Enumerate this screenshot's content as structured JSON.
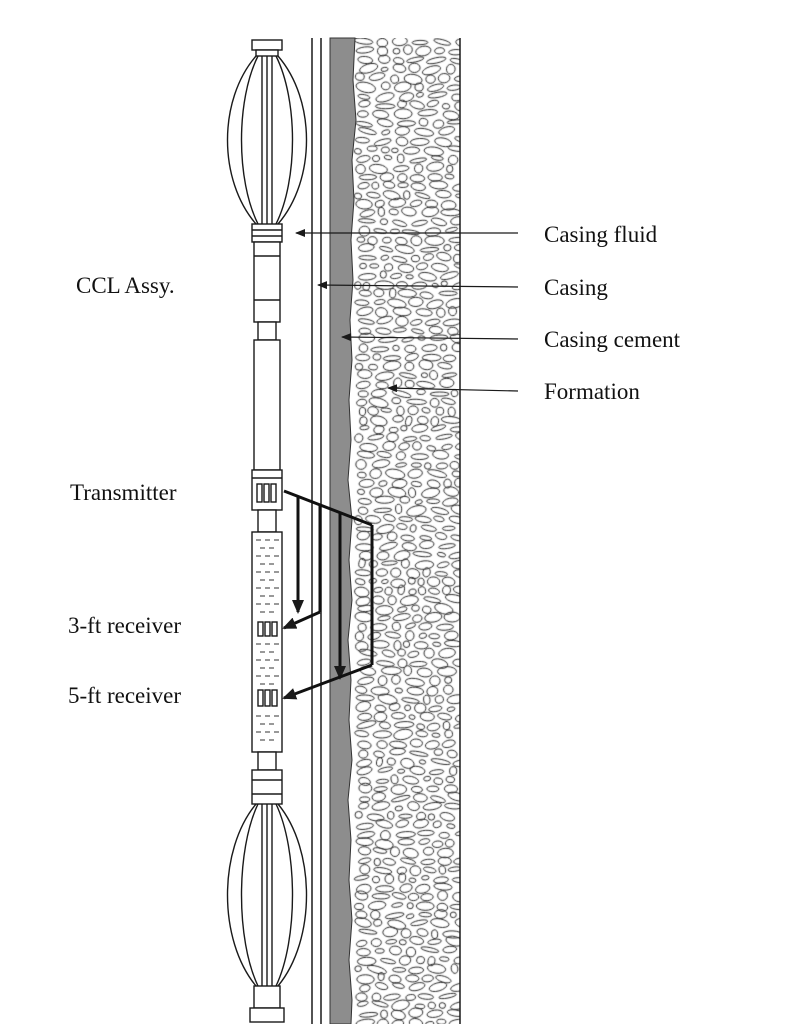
{
  "labels": {
    "ccl_assy": "CCL Assy.",
    "transmitter": "Transmitter",
    "receiver_3ft": "3-ft receiver",
    "receiver_5ft": "5-ft receiver",
    "casing_fluid": "Casing fluid",
    "casing": "Casing",
    "casing_cement": "Casing cement",
    "formation": "Formation"
  },
  "colors": {
    "line": "#1a1a1a",
    "cement": "#8a8a8a",
    "background": "#ffffff"
  }
}
